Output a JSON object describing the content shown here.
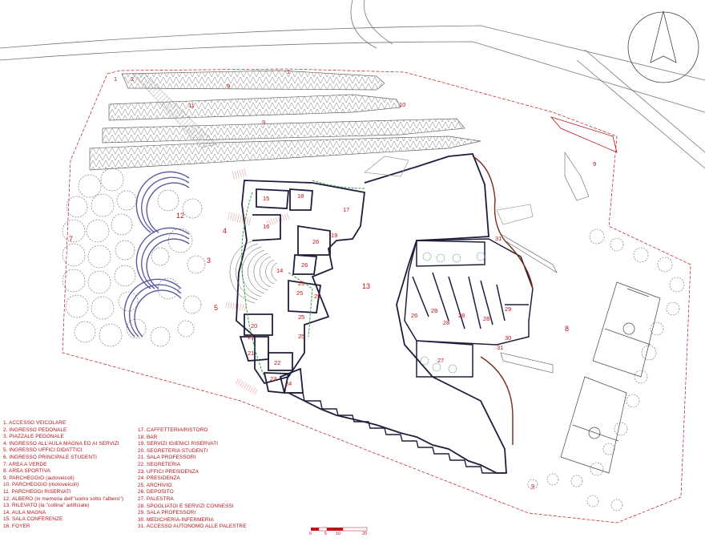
{
  "room_labels": {
    "l1a": "1",
    "l1b": "1",
    "l2": "2",
    "l3": "3",
    "l4": "4",
    "l5": "5",
    "l7": "7",
    "l8": "8",
    "l9a": "9",
    "l9b": "9",
    "l9c": "9",
    "l9d": "9",
    "l10": "10",
    "l11": "11",
    "l12": "12",
    "l13": "13",
    "l14": "14",
    "l15": "15",
    "l16": "16",
    "l17": "17",
    "l18": "18",
    "l19": "19",
    "l20": "20",
    "l21a": "21",
    "l21b": "21",
    "l22": "22",
    "l23": "23",
    "l24": "24",
    "l25a": "25",
    "l25b": "25",
    "l25c": "25",
    "l25d": "25",
    "l25e": "25",
    "l26a": "26",
    "l26b": "26",
    "l26c": "26",
    "l27": "27",
    "l28a": "28",
    "l28b": "28",
    "l28c": "28",
    "l28d": "28",
    "l29": "29",
    "l30": "30",
    "l31a": "31",
    "l31b": "31"
  },
  "legend_col1": [
    "1. ACCESSO VEICOLARE",
    "2. INGRESSO PEDONALE",
    "3. PIAZZALE PEDONALE",
    "4. INGRESSO ALL'AULA MAGNA ED AI SERVIZI",
    "5. INGRESSO UFFICI DIDATTICI",
    "6. INGRESSO PRINCIPALE STUDENTI",
    "7. AREA A VERDE",
    "8. AREA SPORTIVA",
    "9. PARCHEGGIO (autoveicoli)",
    "10. PARCHEGGIO (motoveicoli)",
    "11. PARCHEGGI RISERVATI",
    "12. ALBERO (in memoria dell'\"uomo sotto l'albero\")",
    "13. RILEVATO (la \"collina\" artificiale)",
    "14. AULA MAGNA",
    "15. SALA CONFERENZE",
    "16. FOYER"
  ],
  "legend_col2": [
    "17. CAFFETTERIA/RISTORO",
    "18. BAR",
    "19. SERVIZI IGIENICI RISERVATI",
    "20. SEGRETERIA STUDENTI",
    "21. SALA PROFESSORI",
    "22. SEGRETERIA",
    "23. UFFICI PRESIDENZA",
    "24. PRESIDENZA",
    "25. ARCHIVIO.",
    "26. DEPOSITO",
    "27. PALESTRA",
    "28. SPOGLIATOI E SERVIZI CONNESSI",
    "29. SALA PROFESSORI",
    "30. MEDICHERIA-INFERMERIA",
    "31. ACCESSO AUTONOMO ALLE PALESTRE"
  ],
  "scale": {
    "ticks": [
      "0",
      "5",
      "10",
      "20"
    ]
  },
  "colors": {
    "label_red": "#c0141c",
    "building": "#1e1e3c",
    "dome_blue": "#5a5aa0",
    "green_edge": "#3a9a4a",
    "brown_wall": "#7a2a1a"
  }
}
